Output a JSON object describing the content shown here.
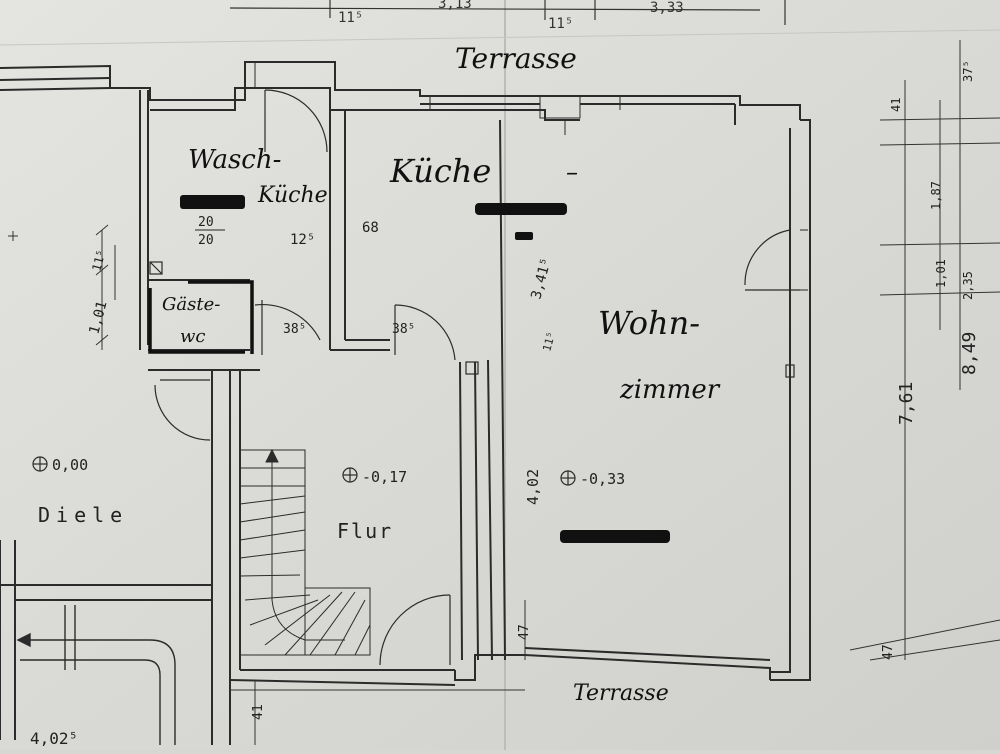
{
  "rooms": {
    "terrace_top": "Terrasse",
    "terrace_bottom": "Terrasse",
    "laundry_line1": "Wasch-",
    "laundry_line2": "Küche",
    "kitchen": "Küche",
    "kitchen_dash": "–",
    "guest_wc_line1": "Gäste-",
    "guest_wc_line2": "wc",
    "living_line1": "Wohn-",
    "living_line2": "zimmer",
    "hall": "Diele",
    "corridor": "Flur"
  },
  "levels": {
    "hall": "0,00",
    "corridor": "-0,17",
    "living": "-0,33"
  },
  "dimensions": {
    "top_1": "11⁵",
    "top_2": "3,13",
    "top_3": "11⁵",
    "top_4": "3,33",
    "fraction_top": "20",
    "fraction_bottom": "20",
    "wall_12": "12⁵",
    "wall_68": "68",
    "door_1": "38⁵",
    "door_2": "38⁵",
    "left_101": "1,01",
    "left_115": "11⁵",
    "mid_341": "3,41⁵",
    "mid_115": "11⁵",
    "living_402": "4,02",
    "bottom_47": "47",
    "right_47": "47",
    "right_761": "7,61",
    "right_849": "8,49",
    "right_41": "41",
    "right_187": "1,87",
    "right_101": "1,01",
    "right_235": "2,35",
    "right_375": "37⁵",
    "stair_41": "41",
    "bottom_left": "4,02⁵"
  },
  "colors": {
    "paper": "#dcdcd8",
    "ink": "#2b2b2b",
    "marker": "#111111"
  }
}
